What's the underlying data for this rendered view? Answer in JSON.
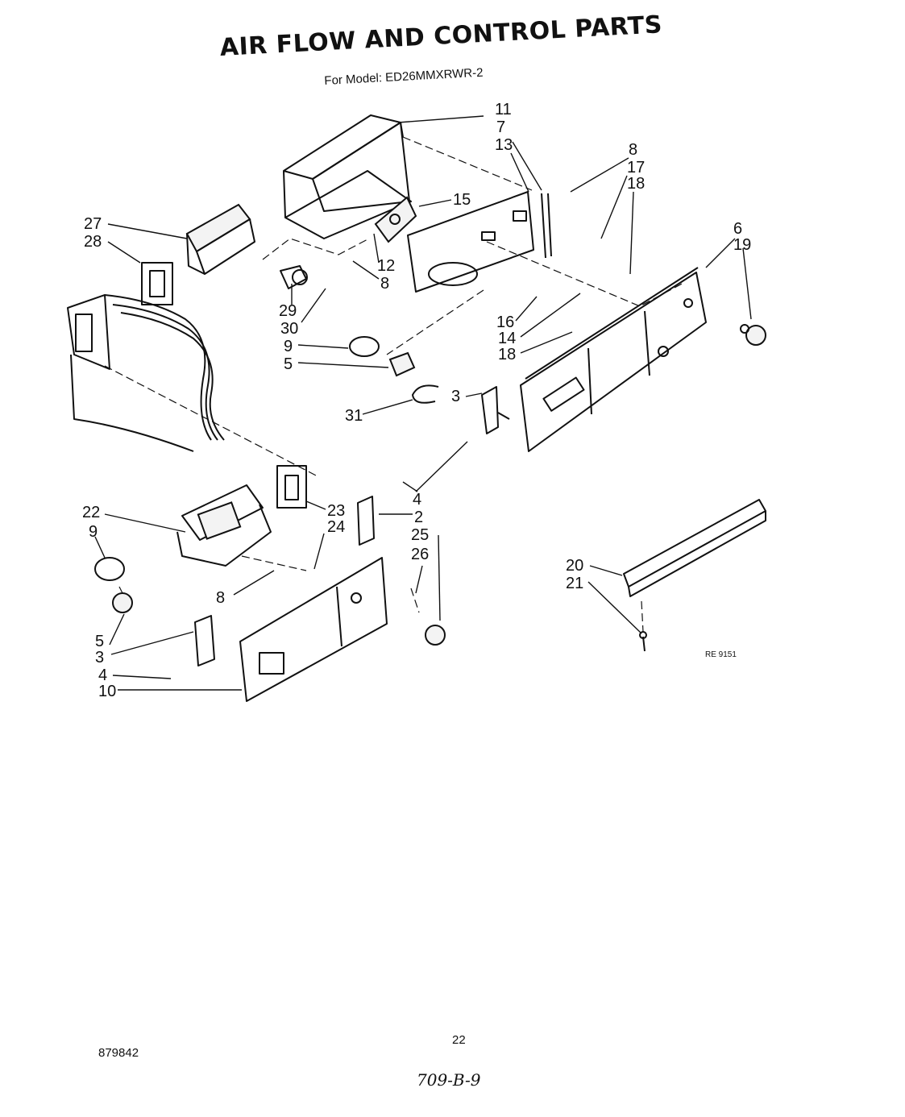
{
  "title": "AIR FLOW AND CONTROL PARTS",
  "subtitle": "For Model: ED26MMXRWR-2",
  "page_number": "22",
  "document_number": "879842",
  "handwritten_note": "709-B-9",
  "diagram_code": "RE 9151",
  "callouts": [
    "11",
    "7",
    "13",
    "8",
    "17",
    "18",
    "6",
    "19",
    "15",
    "27",
    "28",
    "12",
    "8",
    "29",
    "30",
    "16",
    "14",
    "18",
    "9",
    "5",
    "31",
    "3",
    "4",
    "2",
    "22",
    "9",
    "23",
    "24",
    "25",
    "26",
    "8",
    "20",
    "21",
    "5",
    "3",
    "4",
    "10"
  ]
}
